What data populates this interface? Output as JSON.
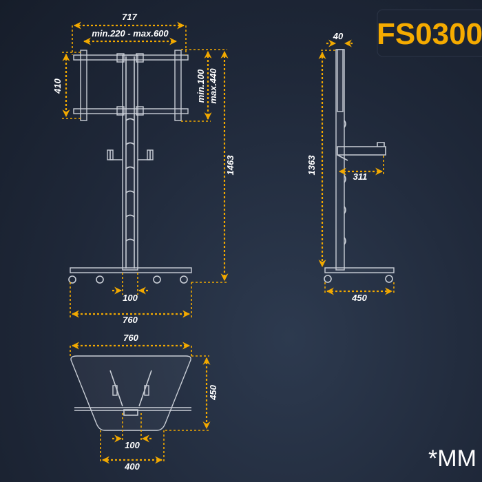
{
  "badge": {
    "model": "FS0300"
  },
  "front_view": {
    "overall_width": "717",
    "vesa_width": "min.220 - max.600",
    "bracket_height": "410",
    "vesa_height_min": "min.100",
    "vesa_height_max": "max.440",
    "total_height": "1463",
    "pole_width": "100",
    "base_width": "760"
  },
  "side_view": {
    "depth_top": "40",
    "height": "1363",
    "shelf_depth": "311",
    "base_depth": "450"
  },
  "bottom_view": {
    "width": "760",
    "depth": "450",
    "pole_width": "100",
    "rear_width": "400"
  },
  "unit_note": "*MM",
  "colors": {
    "accent": "#f5ab00",
    "line": "#c9ced6",
    "background": "#1f2839"
  }
}
